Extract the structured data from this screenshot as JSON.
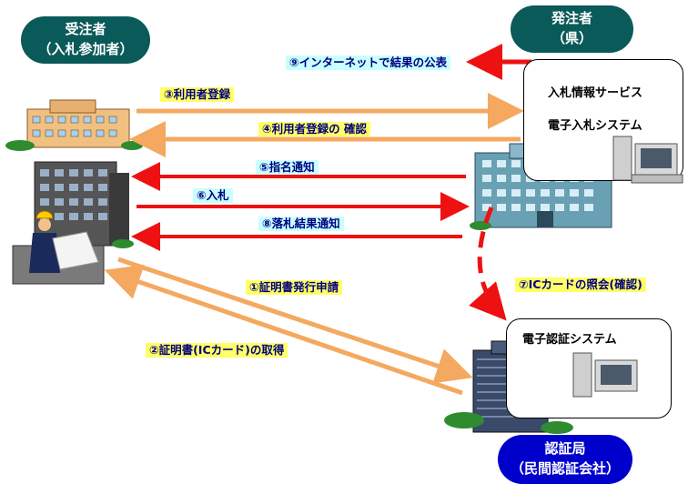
{
  "actors": {
    "contractor": {
      "line1": "受注者",
      "line2": "（入札参加者）",
      "color": "#0b5a5a"
    },
    "client": {
      "line1": "発注者",
      "line2": "（県）",
      "color": "#0b5a5a"
    },
    "ca": {
      "line1": "認証局",
      "line2": "（民間認証会社）",
      "color": "#0000cc"
    }
  },
  "systems": {
    "client_service": "入札情報サービス",
    "client_ebid": "電子入札システム",
    "ca_system": "電子認証システム"
  },
  "steps": {
    "s1": "①証明書発行申請",
    "s2": "②証明書(ICカード)の取得",
    "s3": "③利用者登録",
    "s4": "④利用者登録の 確認",
    "s5": "⑤指名通知",
    "s6": "⑥入札",
    "s7": "⑦ICカードの照会(確認)",
    "s8": "⑧落札結果通知",
    "s9": "⑨インターネットで結果の公表"
  },
  "colors": {
    "orange": "#f4a860",
    "red": "#ee1111"
  }
}
